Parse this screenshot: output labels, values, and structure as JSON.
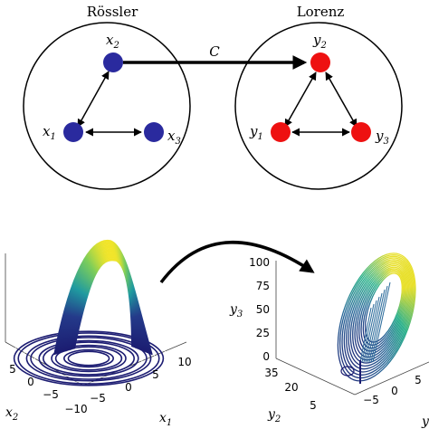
{
  "colors": {
    "rossler_node": "#2a2a9e",
    "lorenz_node": "#ee1111",
    "arrow": "#000000",
    "attractor_low": "#1a1a6e",
    "attractor_mid": "#1f9aa0",
    "attractor_high": "#f2e52a"
  },
  "rossler": {
    "title": "Rössler",
    "nodes": [
      {
        "id": "x1",
        "base": "x",
        "sub": "1"
      },
      {
        "id": "x2",
        "base": "x",
        "sub": "2"
      },
      {
        "id": "x3",
        "base": "x",
        "sub": "3"
      }
    ]
  },
  "lorenz": {
    "title": "Lorenz",
    "nodes": [
      {
        "id": "y1",
        "base": "y",
        "sub": "1"
      },
      {
        "id": "y2",
        "base": "y",
        "sub": "2"
      },
      {
        "id": "y3",
        "base": "y",
        "sub": "3"
      }
    ]
  },
  "coupling": {
    "label": "C",
    "from": "x2",
    "to": "y2"
  },
  "rossler_plot": {
    "x1_ticks": [
      "−5",
      "0",
      "5",
      "10"
    ],
    "x1_label": {
      "base": "x",
      "sub": "1"
    },
    "x2_ticks": [
      "5",
      "0",
      "−5",
      "−10"
    ],
    "x2_label": {
      "base": "x",
      "sub": "2"
    }
  },
  "lorenz_plot": {
    "y3_ticks": [
      "100",
      "75",
      "50",
      "25",
      "0"
    ],
    "y3_label": {
      "base": "y",
      "sub": "3"
    },
    "y2_ticks": [
      "35",
      "20",
      "5"
    ],
    "y2_label": {
      "base": "y",
      "sub": "2"
    },
    "y1_ticks": [
      "−5",
      "0",
      "5"
    ],
    "y1_partial_label": "y"
  }
}
